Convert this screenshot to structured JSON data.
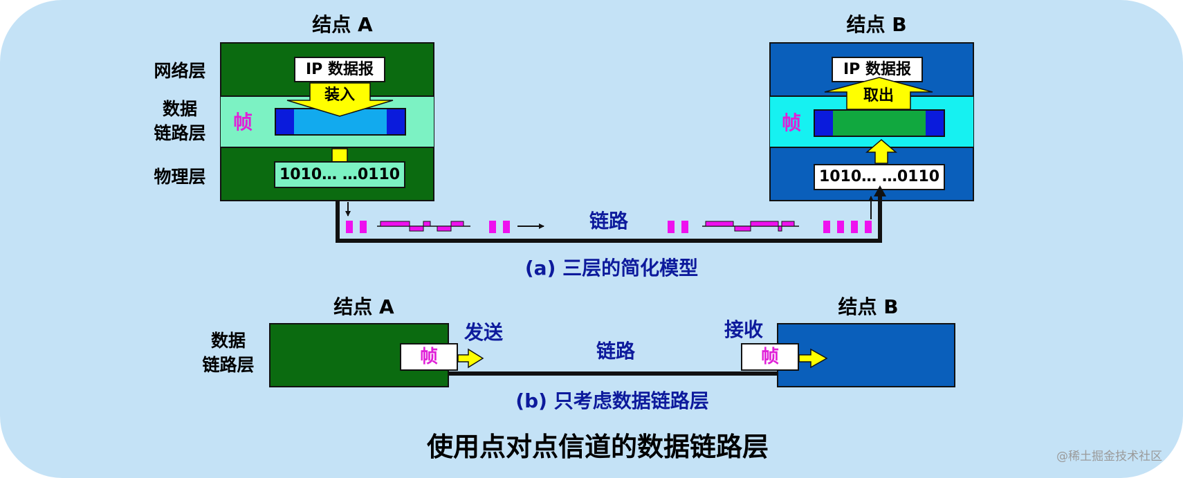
{
  "diagram_a": {
    "node_a_title": "结点 A",
    "node_b_title": "结点 B",
    "layer_network": "网络层",
    "layer_datalink_line1": "数据",
    "layer_datalink_line2": "链路层",
    "layer_physical": "物理层",
    "ip_datagram": "IP 数据报",
    "load_in": "装入",
    "take_out": "取出",
    "frame": "帧",
    "bits": "1010… …0110",
    "link": "链路",
    "caption": "(a) 三层的简化模型"
  },
  "diagram_b": {
    "node_a_title": "结点 A",
    "node_b_title": "结点 B",
    "layer_datalink_line1": "数据",
    "layer_datalink_line2": "链路层",
    "send": "发送",
    "receive": "接收",
    "frame": "帧",
    "link": "链路",
    "caption": "(b) 只考虑数据链路层"
  },
  "footer_title": "使用点对点信道的数据链路层",
  "watermark": "@稀土掘金技术社区",
  "colors": {
    "background": "#c4e2f6",
    "node_a_dark": "#0b6b10",
    "node_a_datalink": "#7cf2c3",
    "node_b_dark": "#0a5fbb",
    "node_b_datalink": "#16f1f1",
    "frame_body_a": "#12aaee",
    "frame_body_b": "#11a83f",
    "frame_end": "#0a1bdc",
    "frame_label": "#e020d8",
    "signal": "#ee11ee",
    "arrow_yellow": "#ffff00",
    "text_blue": "#0d1a9c"
  }
}
